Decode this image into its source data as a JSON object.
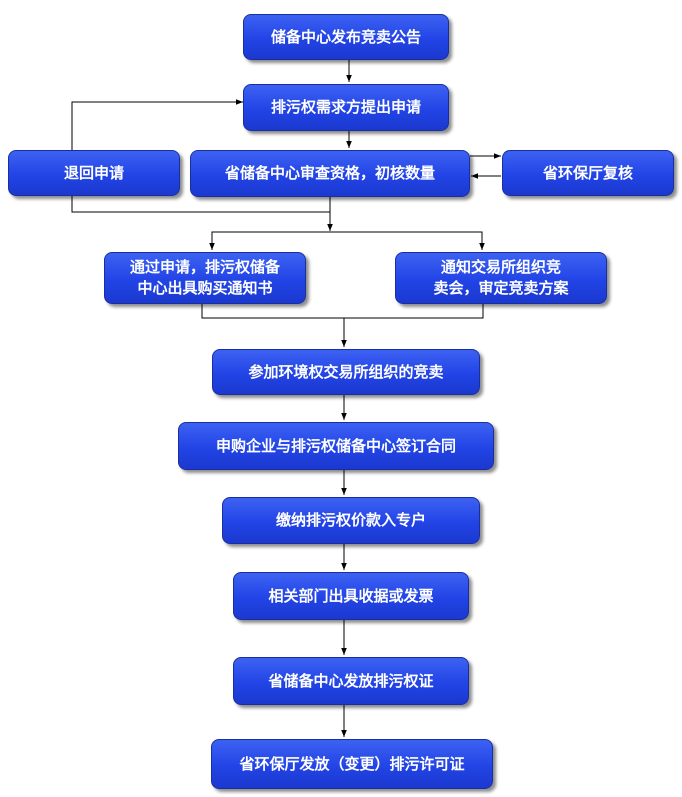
{
  "nodes": {
    "announce": "储备中心发布竞卖公告",
    "apply": "排污权需求方提出申请",
    "return": "退回申请",
    "review": "省储备中心审查资格，初核数量",
    "recheck": "省环保厅复核",
    "pass_l1": "通过申请，排污权储备",
    "pass_l2": "中心出具购买通知书",
    "notify_l1": "通知交易所组织竞",
    "notify_l2": "卖会，审定竞卖方案",
    "auction": "参加环境权交易所组织的竞卖",
    "contract": "申购企业与排污权储备中心签订合同",
    "pay": "缴纳排污权价款入专户",
    "invoice": "相关部门出具收据或发票",
    "cert": "省储备中心发放排污权证",
    "permit": "省环保厅发放（变更）排污许可证"
  },
  "colors": {
    "box_fill": "#2a4ae8",
    "box_border": "#1a2f9e",
    "text": "#ffffff",
    "line": "#000000"
  }
}
